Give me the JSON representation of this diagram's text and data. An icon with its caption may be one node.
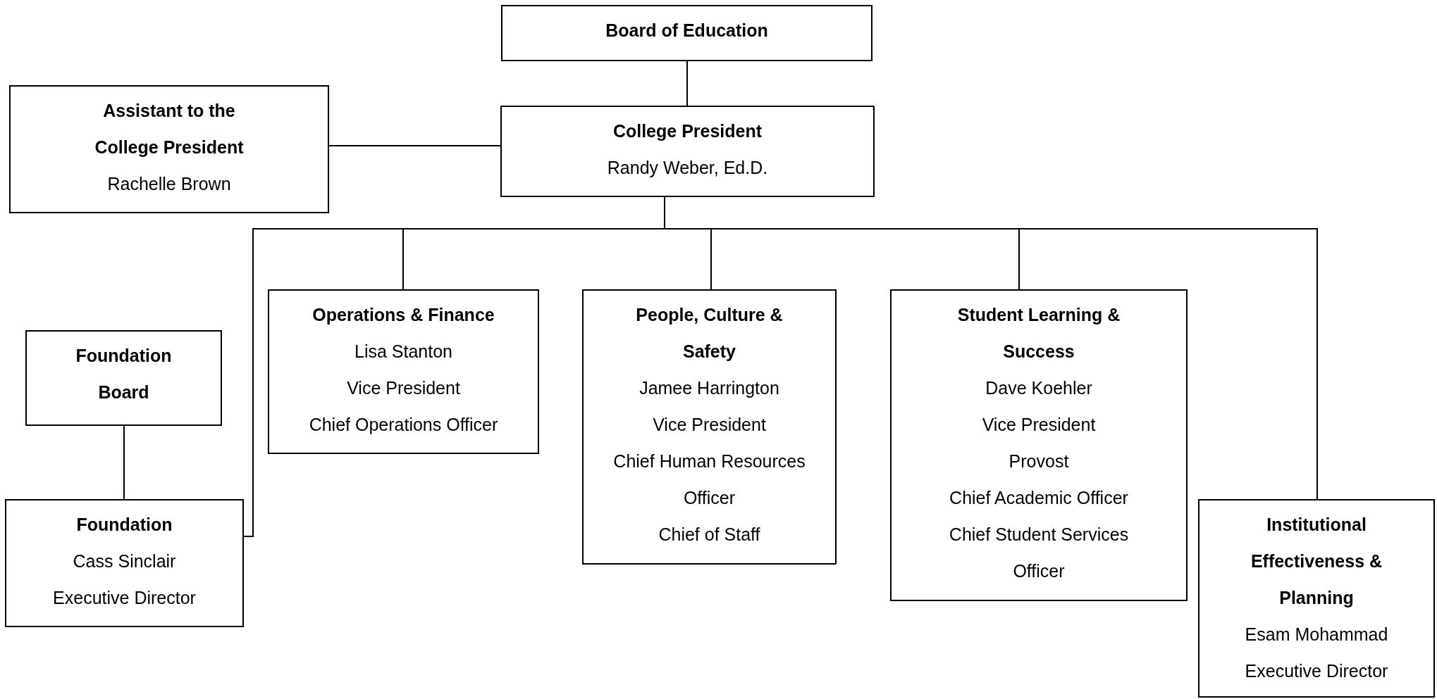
{
  "diagram": {
    "nodes": [
      {
        "text": [
          "Board of Education"
        ]
      },
      {
        "text": [
          "College President",
          "Randy Weber, Ed.D."
        ]
      },
      {
        "text": [
          "Assistant to the College President",
          "Rachelle Brown"
        ]
      },
      {
        "text": [
          "Foundation Board"
        ]
      },
      {
        "text": [
          "Foundation",
          "Cass Sinclair",
          "Executive Director"
        ]
      },
      {
        "text": [
          "Operations & Finance",
          "Lisa Stanton",
          "Vice President",
          "Chief Operations Officer"
        ]
      },
      {
        "text": [
          "People, Culture & Safety",
          "Jamee Harrington",
          "Vice President",
          "Chief Human Resources Officer",
          "Chief of Staff"
        ]
      },
      {
        "text": [
          "Student Learning & Success",
          "Dave Koehler",
          "Vice President",
          "Provost",
          "Chief Academic Officer",
          "Chief Student Services Officer"
        ]
      },
      {
        "text": [
          "Institutional Effectiveness & Planning",
          "Esam Mohammad",
          "Executive Director"
        ]
      }
    ],
    "edges": [
      {
        "from": 0,
        "to": 1,
        "arrow": "none"
      },
      {
        "from": 2,
        "to": 1,
        "arrow": "none"
      },
      {
        "from": 1,
        "to": 4,
        "arrow": "none"
      },
      {
        "from": 1,
        "to": 5,
        "arrow": "none"
      },
      {
        "from": 1,
        "to": 6,
        "arrow": "none"
      },
      {
        "from": 1,
        "to": 7,
        "arrow": "none"
      },
      {
        "from": 1,
        "to": 8,
        "arrow": "none"
      },
      {
        "from": 3,
        "to": 4,
        "arrow": "none"
      }
    ]
  }
}
